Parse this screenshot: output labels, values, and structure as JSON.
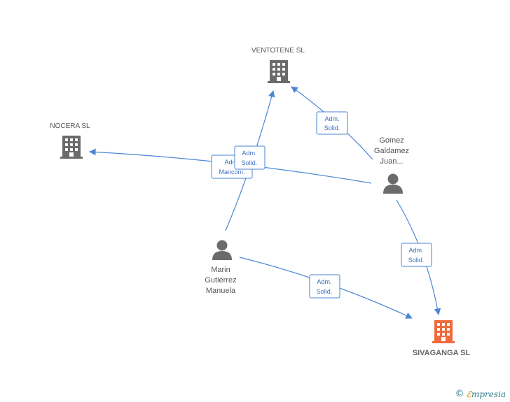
{
  "colors": {
    "edge": "#4a86d6",
    "company": "#6b6b6b",
    "main_company": "#f06a3c",
    "person": "#6b6b6b"
  },
  "nodes": {
    "ventotene": {
      "label": "VENTOTENE SL",
      "icon": "building-icon"
    },
    "nocera": {
      "label": "NOCERA SL",
      "icon": "building-icon"
    },
    "sivaganga": {
      "label": "SIVAGANGA SL",
      "icon": "building-icon"
    },
    "gomez": {
      "lines": [
        "Gomez",
        "Galdamez",
        "Juan..."
      ],
      "icon": "person-icon"
    },
    "marin": {
      "lines": [
        "Marin",
        "Gutierrez",
        "Manuela"
      ],
      "icon": "person-icon"
    }
  },
  "edges": {
    "gomez_ventotene": [
      "Adm.",
      "Solid."
    ],
    "gomez_nocera": [
      "Adm.",
      "Mancom."
    ],
    "marin_ventotene": [
      "Adm.",
      "Solid."
    ],
    "gomez_sivaganga": [
      "Adm.",
      "Solid."
    ],
    "marin_sivaganga": [
      "Adm.",
      "Solid."
    ]
  },
  "footer": {
    "copyright": "©",
    "brand_initial": "ℰ",
    "brand_rest": "mpresia"
  }
}
